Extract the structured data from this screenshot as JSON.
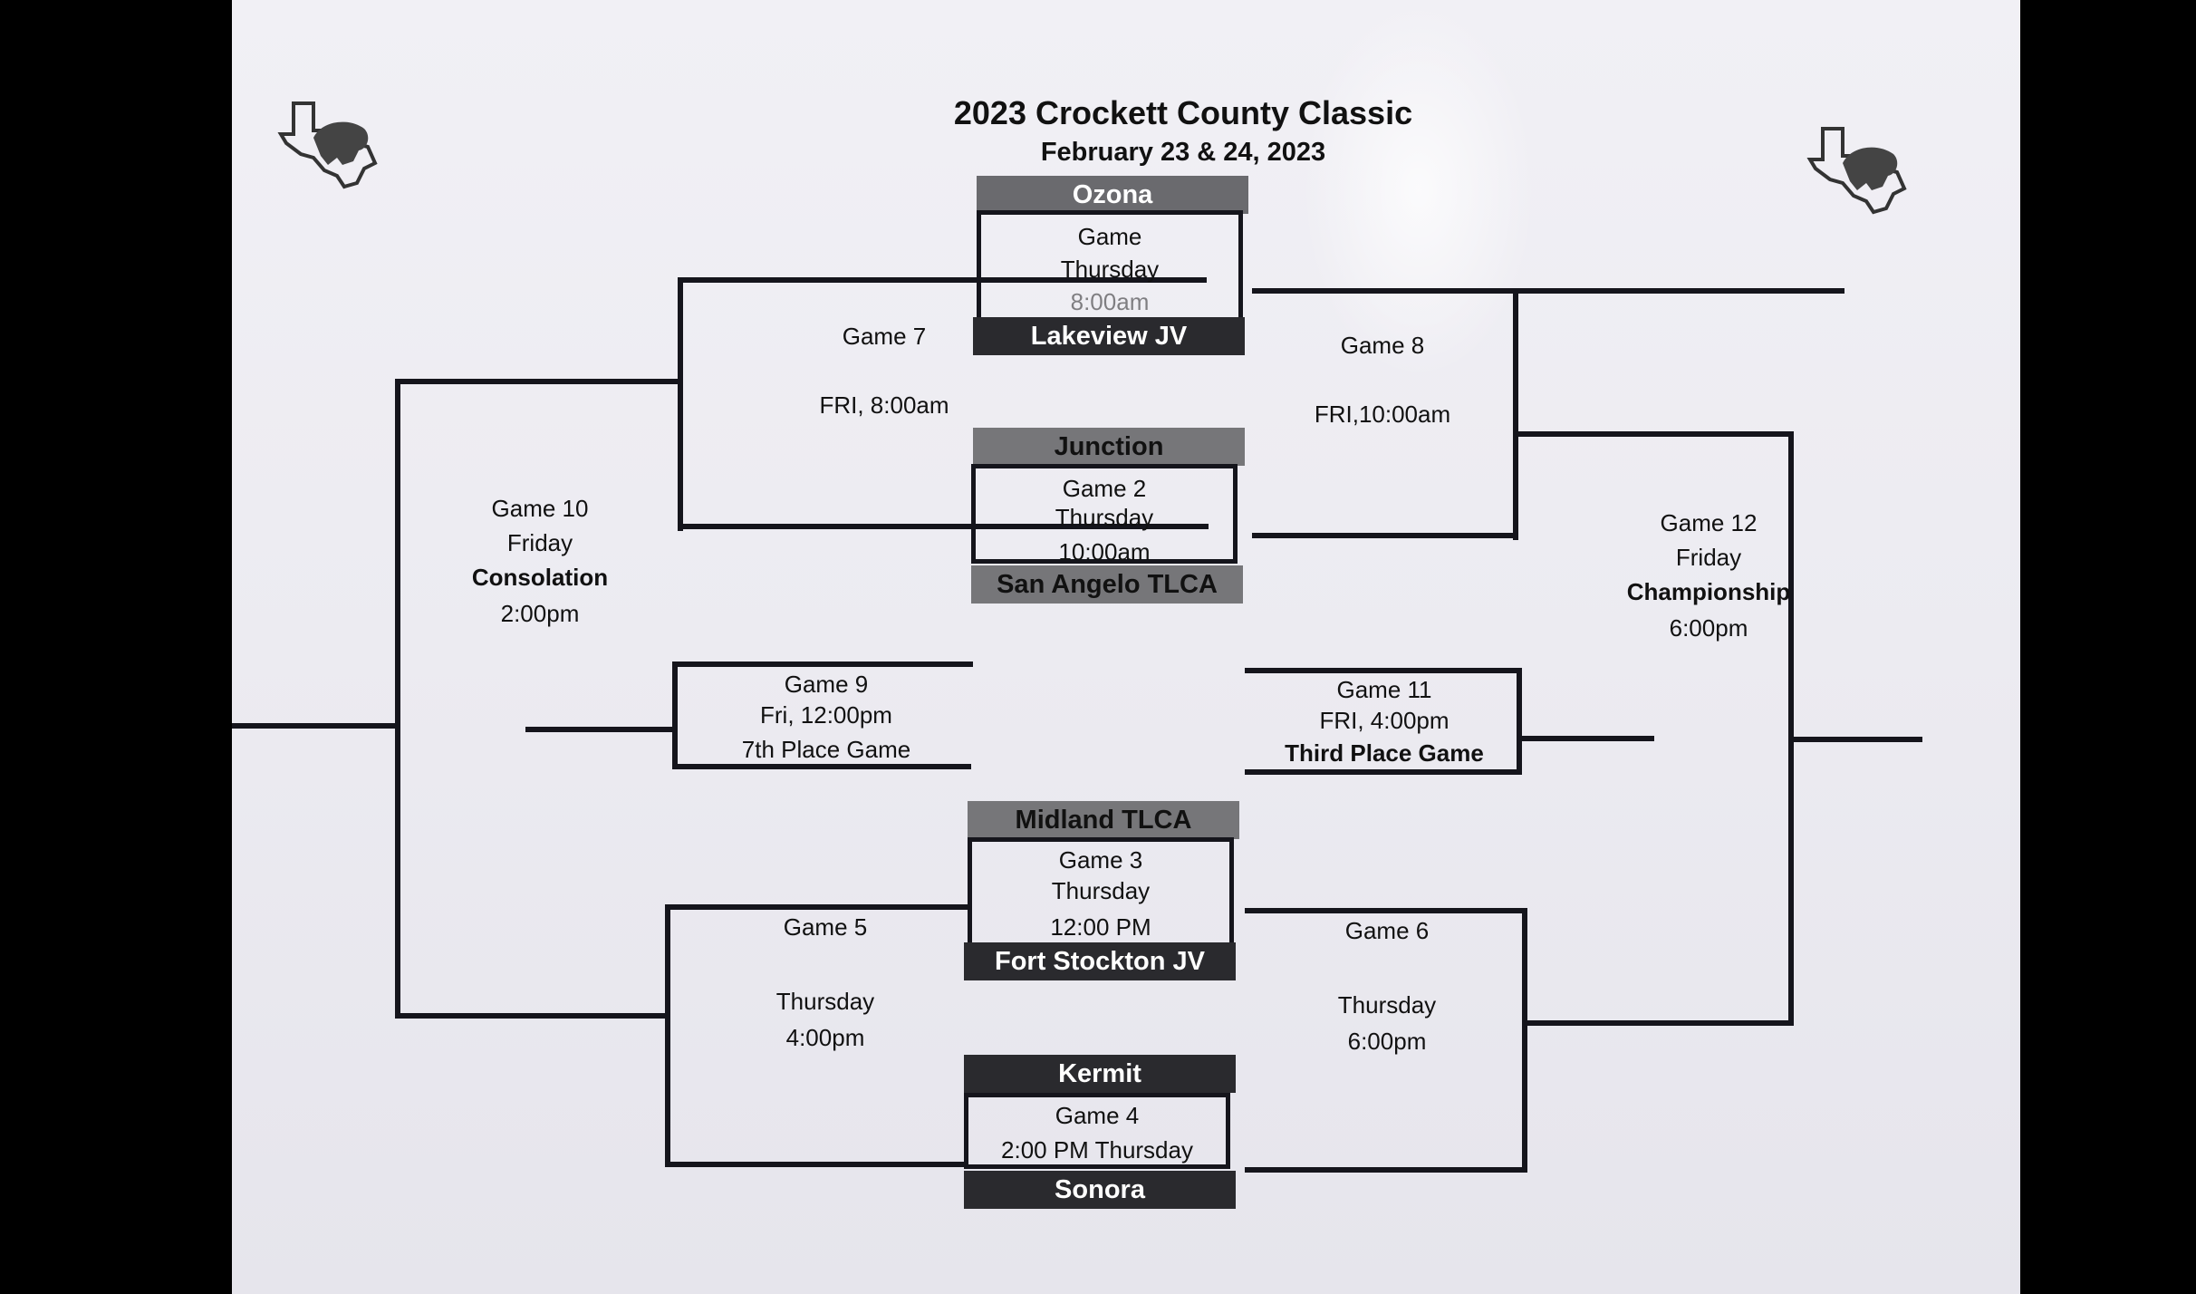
{
  "title": "2023 Crockett County Classic",
  "subtitle": "February 23 & 24, 2023",
  "games": {
    "g1": {
      "label": "Game",
      "day": "Thursday",
      "time": "8:00am"
    },
    "g2": {
      "label": "Game 2",
      "day": "Thursday",
      "time": "10:00am"
    },
    "g3": {
      "label": "Game 3",
      "day": "Thursday",
      "time": "12:00 PM"
    },
    "g4": {
      "label": "Game 4",
      "time": "2:00 PM Thursday"
    },
    "g5": {
      "label": "Game 5",
      "day": "Thursday",
      "time": "4:00pm"
    },
    "g6": {
      "label": "Game 6",
      "day": "Thursday",
      "time": "6:00pm"
    },
    "g7": {
      "label": "Game 7",
      "time": "FRI, 8:00am"
    },
    "g8": {
      "label": "Game 8",
      "time": "FRI,10:00am"
    },
    "g9": {
      "label": "Game 9",
      "time": "Fri, 12:00pm",
      "desc": "7th Place Game"
    },
    "g10": {
      "label": "Game 10",
      "day": "Friday",
      "desc": "Consolation",
      "time": "2:00pm"
    },
    "g11": {
      "label": "Game 11",
      "time": "FRI, 4:00pm",
      "desc": "Third Place Game"
    },
    "g12": {
      "label": "Game 12",
      "day": "Friday",
      "desc": "Championship",
      "time": "6:00pm"
    }
  },
  "teams": {
    "ozona": "Ozona",
    "lakeview": "Lakeview JV",
    "junction": "Junction",
    "san_angelo": "San Angelo TLCA",
    "midland": "Midland TLCA",
    "fort_stockton": "Fort Stockton JV",
    "kermit": "Kermit",
    "sonora": "Sonora"
  },
  "colors": {
    "line": "#15151c",
    "paper": "#eeedf2",
    "team_dark": "#2a2a2e",
    "team_gray": "#767679"
  },
  "icons": [
    "texas-lion-logo-icon",
    "texas-lion-logo-icon"
  ]
}
